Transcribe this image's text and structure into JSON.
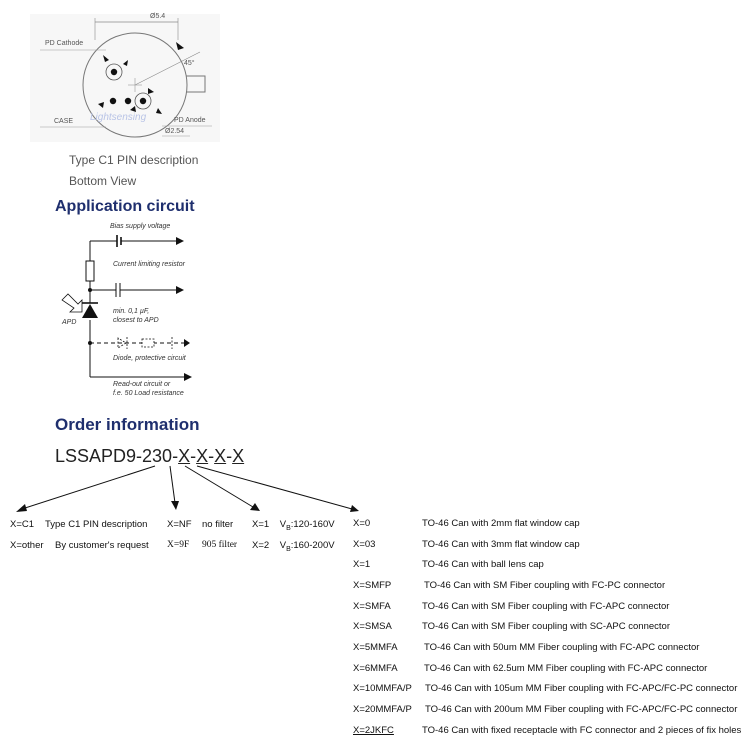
{
  "pin_diagram": {
    "diameter_label": "Ø5.4",
    "pd_cathode": "PD Cathode",
    "angle": "45°",
    "case": "CASE",
    "pd_anode": "PD Anode",
    "pitch": "Ø2.54",
    "watermark": "Lightsensing",
    "caption_line1": "Type C1 PIN description",
    "caption_line2": "Bottom View"
  },
  "application": {
    "heading": "Application circuit",
    "bias": "Bias supply voltage",
    "resistor": "Current limiting resistor",
    "apd": "APD",
    "cap_line1": "min. 0,1 µF,",
    "cap_line2": "closest to APD",
    "diode": "Diode, protective circuit",
    "readout_line1": "Read-out circuit or",
    "readout_line2": "f.e. 50 Load resistance"
  },
  "order": {
    "heading": "Order information",
    "code_prefix": "LSSAPD9-230-",
    "code_x": "X",
    "code_sep": "-",
    "col1": [
      {
        "code": "X=C1",
        "desc": "Type C1 PIN description"
      },
      {
        "code": "X=other",
        "desc": "By customer's request"
      }
    ],
    "col2": [
      {
        "code": "X=NF",
        "desc": "no filter"
      },
      {
        "code": "X=9F",
        "desc": "905 filter"
      }
    ],
    "col3": [
      {
        "code": "X=1",
        "v": "V",
        "sub": "B",
        "range": ":120-160V"
      },
      {
        "code": "X=2",
        "v": "V",
        "sub": "B",
        "range": ":160-200V"
      }
    ],
    "col4": [
      {
        "code": "X=0",
        "desc": "TO-46 Can with 2mm flat window cap"
      },
      {
        "code": "X=03",
        "desc": "TO-46 Can with 3mm flat window cap"
      },
      {
        "code": "X=1",
        "desc": "TO-46 Can with ball lens cap"
      },
      {
        "code": "X=SMFP",
        "desc": "TO-46 Can with SM Fiber coupling with FC-PC connector"
      },
      {
        "code": "X=SMFA",
        "desc": "TO-46 Can with SM Fiber coupling with FC-APC connector"
      },
      {
        "code": "X=SMSA",
        "desc": "TO-46 Can with SM Fiber coupling with SC-APC connector"
      },
      {
        "code": "X=5MMFA",
        "desc": "TO-46 Can with 50um MM Fiber coupling with FC-APC connector"
      },
      {
        "code": "X=6MMFA",
        "desc": "TO-46 Can with 62.5um MM Fiber coupling with FC-APC connector"
      },
      {
        "code": "X=10MMFA/P",
        "desc": "TO-46 Can with 105um MM Fiber coupling with FC-APC/FC-PC connector"
      },
      {
        "code": "X=20MMFA/P",
        "desc": "TO-46 Can with 200um MM Fiber coupling with FC-APC/FC-PC connector"
      },
      {
        "code": "X=2JKFC",
        "desc": "TO-46 Can with fixed receptacle with FC connector and   2 pieces of fix holes"
      }
    ]
  }
}
